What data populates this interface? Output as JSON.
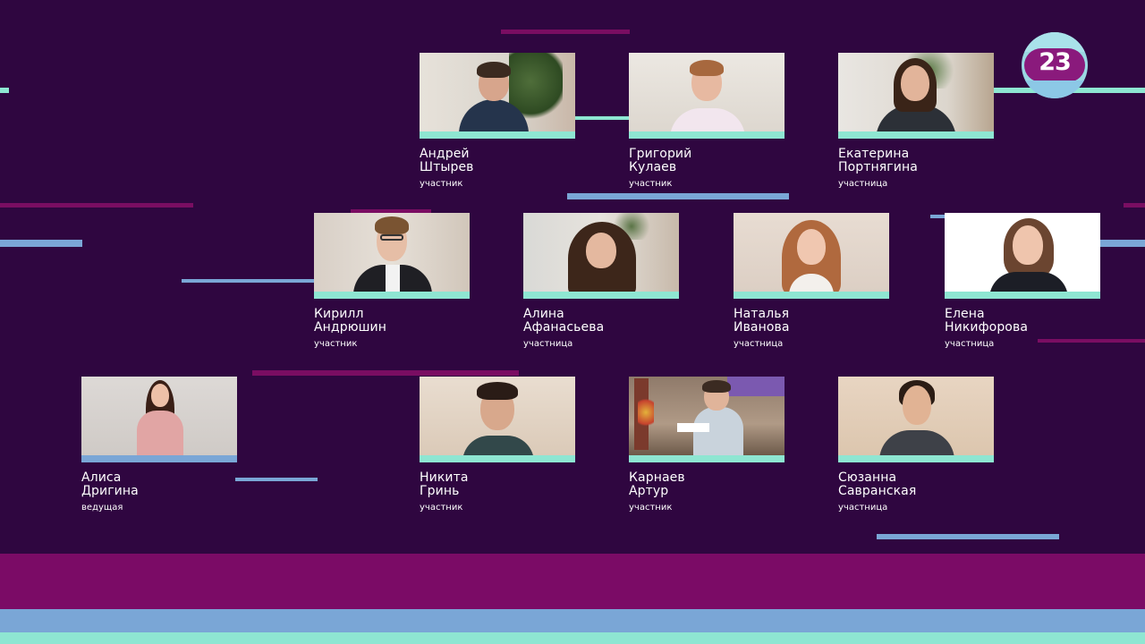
{
  "channel": {
    "logo_text": "23"
  },
  "colors": {
    "background": "#2f0640",
    "accent_mint": "#8ee6d2",
    "accent_blue": "#7aa6d6",
    "accent_magenta": "#8a0d6b"
  },
  "participants": [
    {
      "first": "Андрей",
      "last": "Штырев",
      "role": "участник"
    },
    {
      "first": "Григорий",
      "last": "Кулаев",
      "role": "участник"
    },
    {
      "first": "Екатерина",
      "last": "Портнягина",
      "role": "участница"
    },
    {
      "first": "Кирилл",
      "last": "Андрюшин",
      "role": "участник"
    },
    {
      "first": "Алина",
      "last": "Афанасьева",
      "role": "участница"
    },
    {
      "first": "Наталья",
      "last": "Иванова",
      "role": "участница"
    },
    {
      "first": "Елена",
      "last": "Никифорова",
      "role": "участница"
    },
    {
      "first": "Алиса",
      "last": "Дригина",
      "role": "ведущая"
    },
    {
      "first": "Никита",
      "last": "Гринь",
      "role": "участник"
    },
    {
      "first": "Карнаев",
      "last": "Артур",
      "role": "участник"
    },
    {
      "first": "Сюзанна",
      "last": "Савранская",
      "role": "участница"
    }
  ]
}
